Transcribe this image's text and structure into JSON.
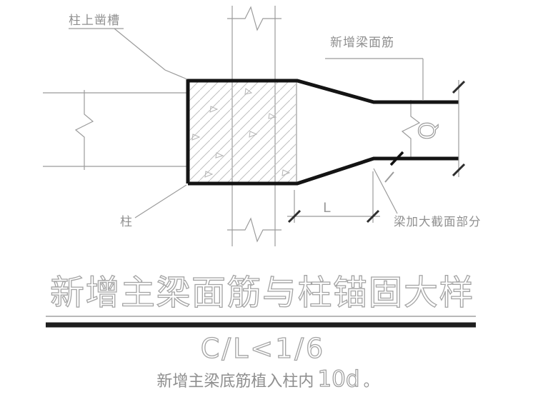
{
  "colors": {
    "thin_line": "#9b9b9b",
    "thick_rebar_line": "#141414",
    "hatch_line": "#c0c0c0",
    "label_text": "#8f8f8f",
    "outline_text": "#a4a4a4",
    "title_rule": "#1f1f1f"
  },
  "labels": {
    "groove": "柱上凿槽",
    "top_rebar": "新增梁面筋",
    "column": "柱",
    "enlarged_section": "梁加大截面部分"
  },
  "dimensions": {
    "bottom_label": "L",
    "right_label": "Q"
  },
  "title": "新增主梁面筋与柱锚固大样",
  "scale_note": "C/L<1/6",
  "note": {
    "part1": "新增主梁底筋植入柱内",
    "value": "10d",
    "part2": "。"
  }
}
